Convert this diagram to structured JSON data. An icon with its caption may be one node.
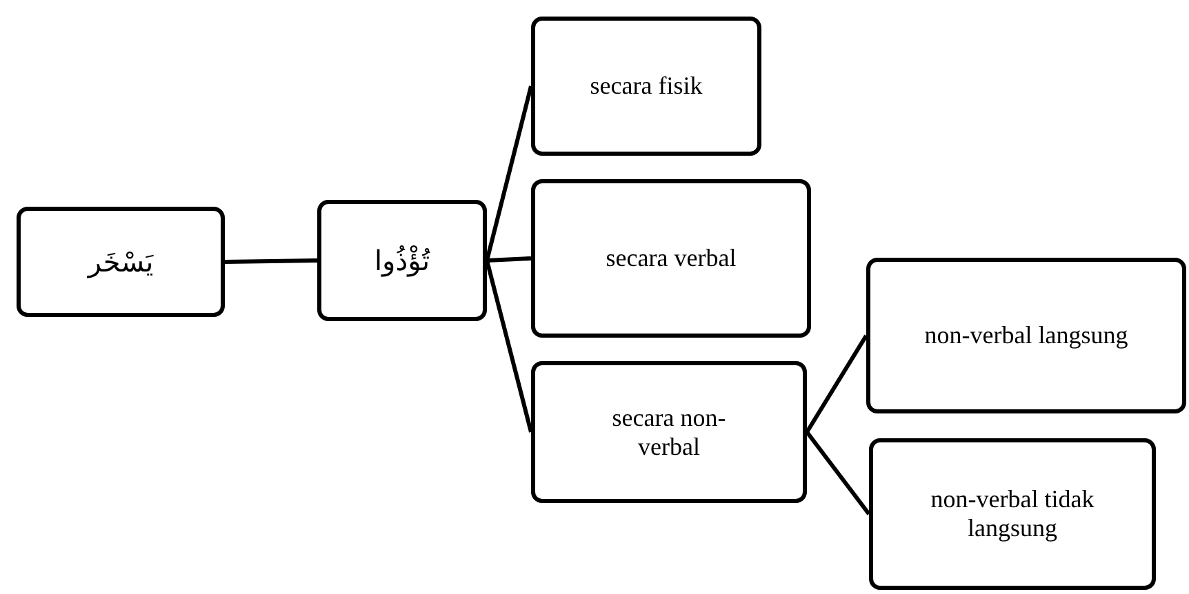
{
  "diagram": {
    "nodes": [
      {
        "text": [
          "يَسْخَر"
        ]
      },
      {
        "text": [
          "تُؤْذُوا"
        ]
      },
      {
        "text": [
          "secara fisik"
        ]
      },
      {
        "text": [
          "secara verbal"
        ]
      },
      {
        "text": [
          "secara non-verbal"
        ]
      },
      {
        "text": [
          "non-verbal langsung"
        ]
      },
      {
        "text": [
          "non-verbal tidak langsung"
        ]
      }
    ],
    "edges": [
      {
        "from": 0,
        "to": 1,
        "arrow": "none"
      },
      {
        "from": 1,
        "to": 2,
        "arrow": "none"
      },
      {
        "from": 1,
        "to": 3,
        "arrow": "none"
      },
      {
        "from": 1,
        "to": 4,
        "arrow": "none"
      },
      {
        "from": 4,
        "to": 5,
        "arrow": "none"
      },
      {
        "from": 4,
        "to": 6,
        "arrow": "none"
      }
    ]
  }
}
